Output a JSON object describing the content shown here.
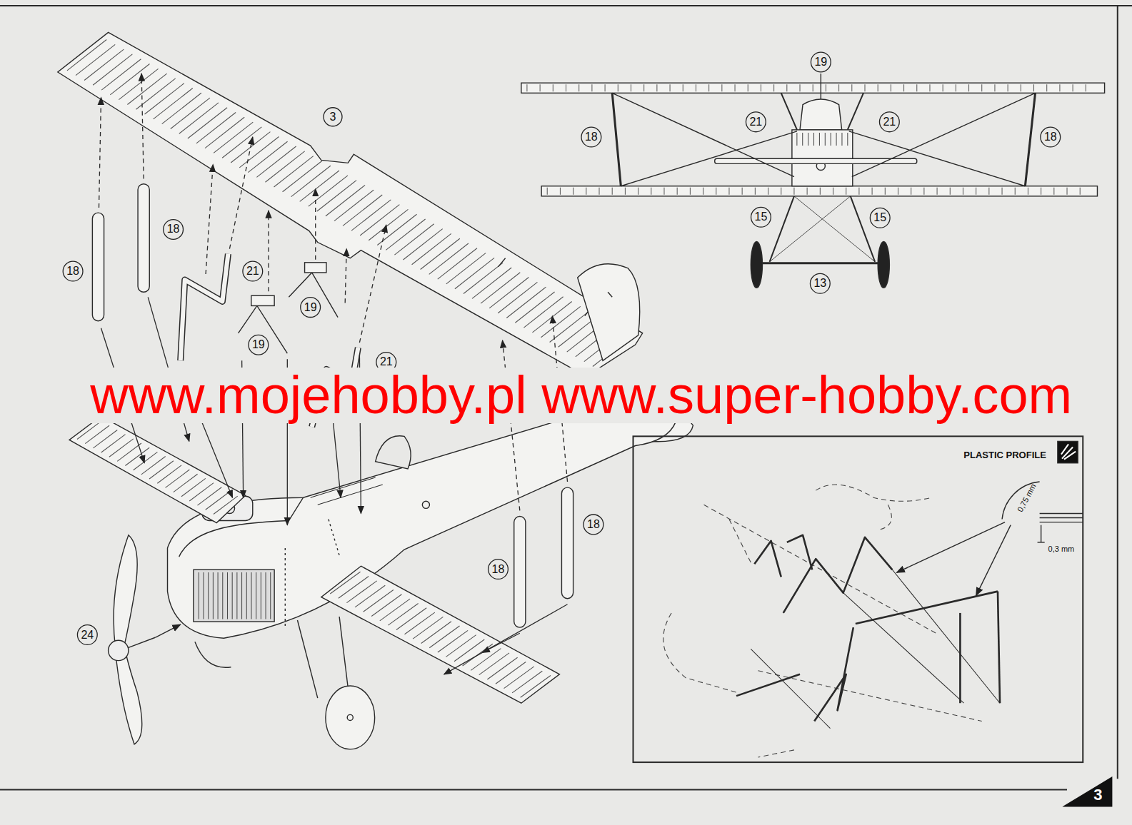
{
  "diagram": {
    "labels": [
      "3",
      "18",
      "18",
      "21",
      "19",
      "19",
      "21",
      "24",
      "18",
      "18",
      "19",
      "21",
      "21",
      "18",
      "18",
      "15",
      "15",
      "13",
      "PLASTIC PROFILE",
      "0,75 mm",
      "0,3 mm",
      "www.mojehobby.pl www.super-hobby.com",
      "3"
    ]
  }
}
